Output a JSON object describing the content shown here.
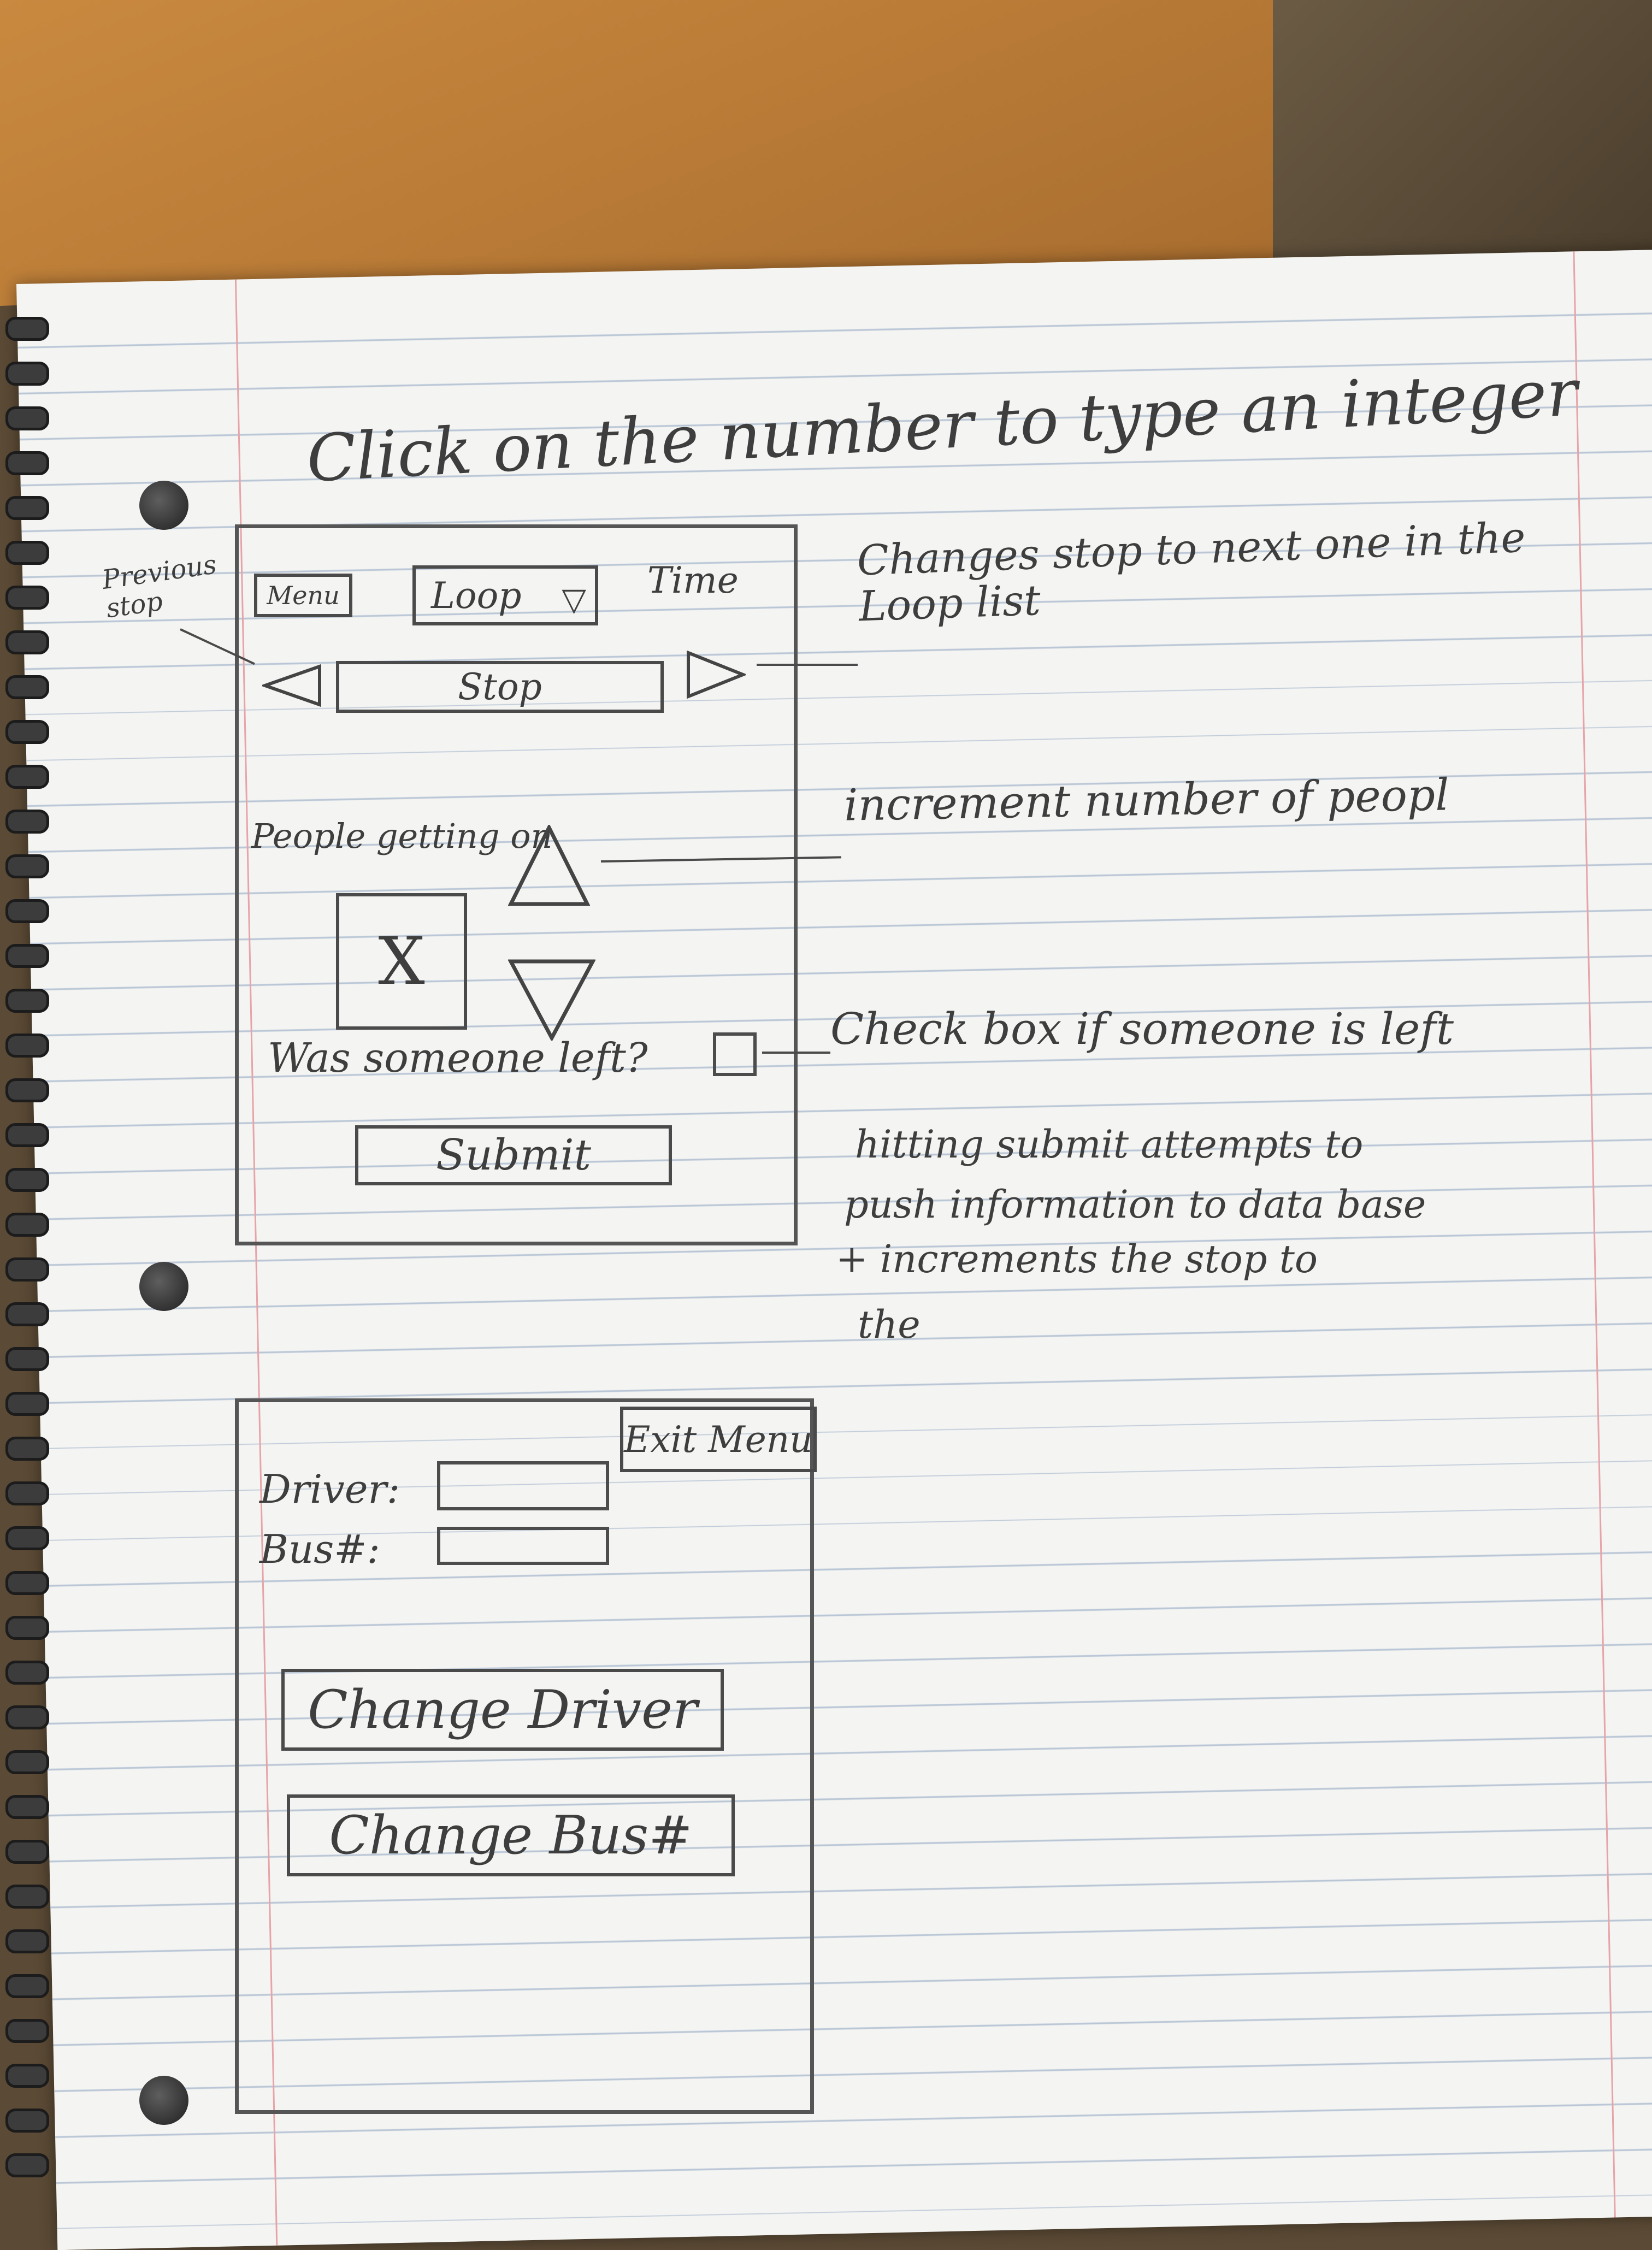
{
  "header_note": "Click on the number to type an integer",
  "screen1": {
    "menu_button": "Menu",
    "loop_dropdown": "Loop",
    "time_label": "Time",
    "stop_field": "Stop",
    "people_label": "People getting on",
    "count_value": "X",
    "left_question": "Was someone left?",
    "submit_button": "Submit"
  },
  "screen2": {
    "exit_menu_button": "Exit Menu",
    "driver_label": "Driver:",
    "bus_label": "Bus#:",
    "change_driver_button": "Change Driver",
    "change_bus_button": "Change Bus#"
  },
  "annotations": {
    "previous_stop": "Previous stop",
    "next_stop": "Changes stop to next one in the Loop list",
    "increment": "increment number of peopl",
    "checkbox": "Check box if someone is left",
    "submit_line1": "hitting submit attempts to",
    "submit_line2": "push information to data base",
    "submit_line3": "+ increments the stop to",
    "submit_line4": "the"
  },
  "icons": {
    "prev": "left-triangle-icon",
    "next": "right-triangle-icon",
    "up": "up-triangle-icon",
    "down": "down-triangle-icon",
    "dropdown": "chevron-down-icon",
    "checkbox": "checkbox-icon"
  }
}
